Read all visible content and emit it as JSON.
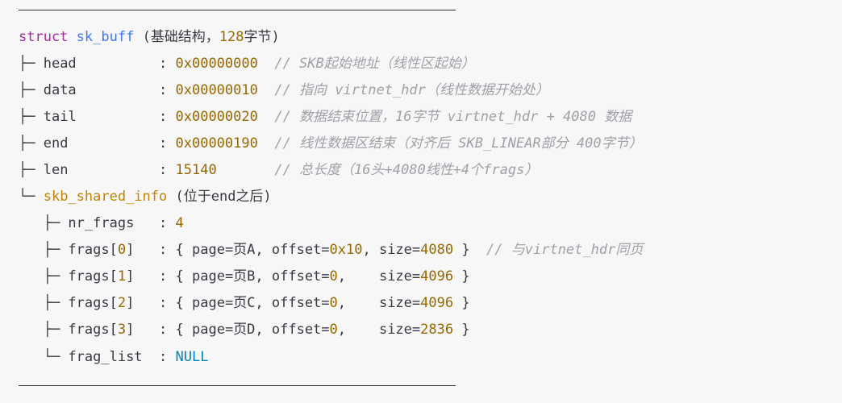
{
  "colors": {
    "background": "#f7f7f8",
    "text": "#383a42",
    "keyword": "#a626a4",
    "type": "#4078f2",
    "number": "#986801",
    "field": "#c18401",
    "comment": "#a0a1a7",
    "constant": "#0184bc"
  },
  "header": {
    "keyword": "struct",
    "name": "sk_buff",
    "note_open": " (基础结构，",
    "note_num": "128",
    "note_close": "字节)"
  },
  "fields": [
    {
      "prefix": "├─ ",
      "name": "head",
      "sep": "          : ",
      "value": "0x00000000",
      "gap": "  ",
      "comment": "// SKB起始地址（线性区起始）"
    },
    {
      "prefix": "├─ ",
      "name": "data",
      "sep": "          : ",
      "value": "0x00000010",
      "gap": "  ",
      "comment": "// 指向 virtnet_hdr（线性数据开始处）"
    },
    {
      "prefix": "├─ ",
      "name": "tail",
      "sep": "          : ",
      "value": "0x00000020",
      "gap": "  ",
      "comment": "// 数据结束位置，16字节 virtnet_hdr + 4080 数据"
    },
    {
      "prefix": "├─ ",
      "name": "end",
      "sep": "           : ",
      "value": "0x00000190",
      "gap": "  ",
      "comment": "// 线性数据区结束（对齐后 SKB_LINEAR部分 400字节）"
    },
    {
      "prefix": "├─ ",
      "name": "len",
      "sep": "           : ",
      "value": "15140",
      "gap": "       ",
      "comment": "// 总长度（16头+4080线性+4个frags）"
    }
  ],
  "shared_info": {
    "prefix": "└─ ",
    "name": "skb_shared_info",
    "note": " (位于end之后)",
    "nr_frags": {
      "prefix": "   ├─ ",
      "name": "nr_frags",
      "sep": "   : ",
      "value": "4"
    },
    "frags": [
      {
        "prefix": "   ├─ ",
        "name_a": "frags[",
        "index": "0",
        "name_b": "]",
        "sep": "   : ",
        "p1": "{ page=页A, offset=",
        "offset": "0x10",
        "p2": ", size=",
        "size": "4080",
        "p3": " }",
        "comment": "  // 与virtnet_hdr同页"
      },
      {
        "prefix": "   ├─ ",
        "name_a": "frags[",
        "index": "1",
        "name_b": "]",
        "sep": "   : ",
        "p1": "{ page=页B, offset=",
        "offset": "0",
        "p2": ",    size=",
        "size": "4096",
        "p3": " }",
        "comment": ""
      },
      {
        "prefix": "   ├─ ",
        "name_a": "frags[",
        "index": "2",
        "name_b": "]",
        "sep": "   : ",
        "p1": "{ page=页C, offset=",
        "offset": "0",
        "p2": ",    size=",
        "size": "4096",
        "p3": " }",
        "comment": ""
      },
      {
        "prefix": "   ├─ ",
        "name_a": "frags[",
        "index": "3",
        "name_b": "]",
        "sep": "   : ",
        "p1": "{ page=页D, offset=",
        "offset": "0",
        "p2": ",    size=",
        "size": "2836",
        "p3": " }",
        "comment": ""
      }
    ],
    "frag_list": {
      "prefix": "   └─ ",
      "name": "frag_list",
      "sep": "  : ",
      "value": "NULL"
    }
  }
}
